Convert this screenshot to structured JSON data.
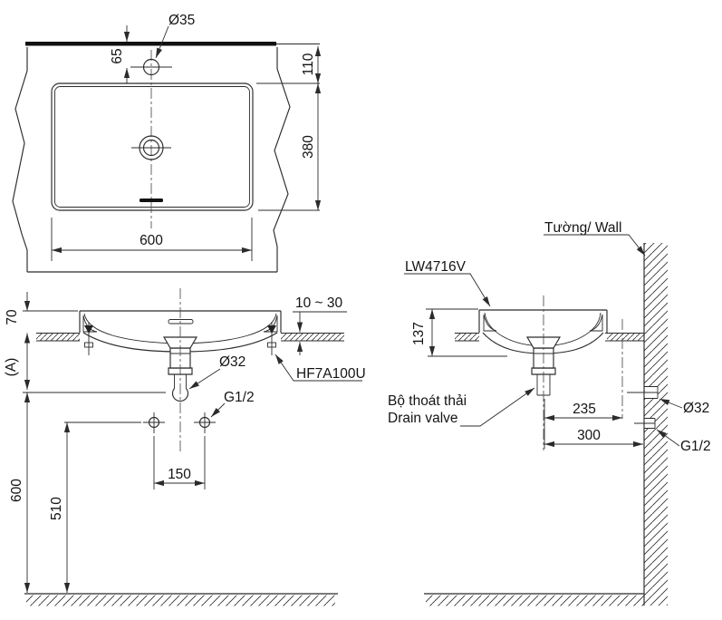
{
  "drawing": {
    "colors": {
      "line": "#2b2b2b",
      "background": "#ffffff",
      "text": "#141414"
    },
    "top_view": {
      "faucet_hole": "Ø35",
      "dim_faucet_offset": "65",
      "dim_back": "110",
      "dim_depth": "380",
      "dim_width": "600"
    },
    "front_view": {
      "dim_rim": "70",
      "dim_a": "(A)",
      "counter_thickness": "10 ~ 30",
      "drain_dia": "Ø32",
      "clamp": "HF7A100U",
      "supply_thread": "G1/2",
      "dim_spacing": "150",
      "dim_drain_height": "600",
      "dim_supply_height": "510"
    },
    "side_view": {
      "wall": "Tường/ Wall",
      "model": "LW4716V",
      "dim_height": "137",
      "valve_vi": "Bộ thoát thải",
      "valve_en": "Drain valve",
      "dim_drain_to_wall": "235",
      "dim_supply_to_wall": "300",
      "drain_dia": "Ø32",
      "supply_thread": "G1/2"
    }
  }
}
